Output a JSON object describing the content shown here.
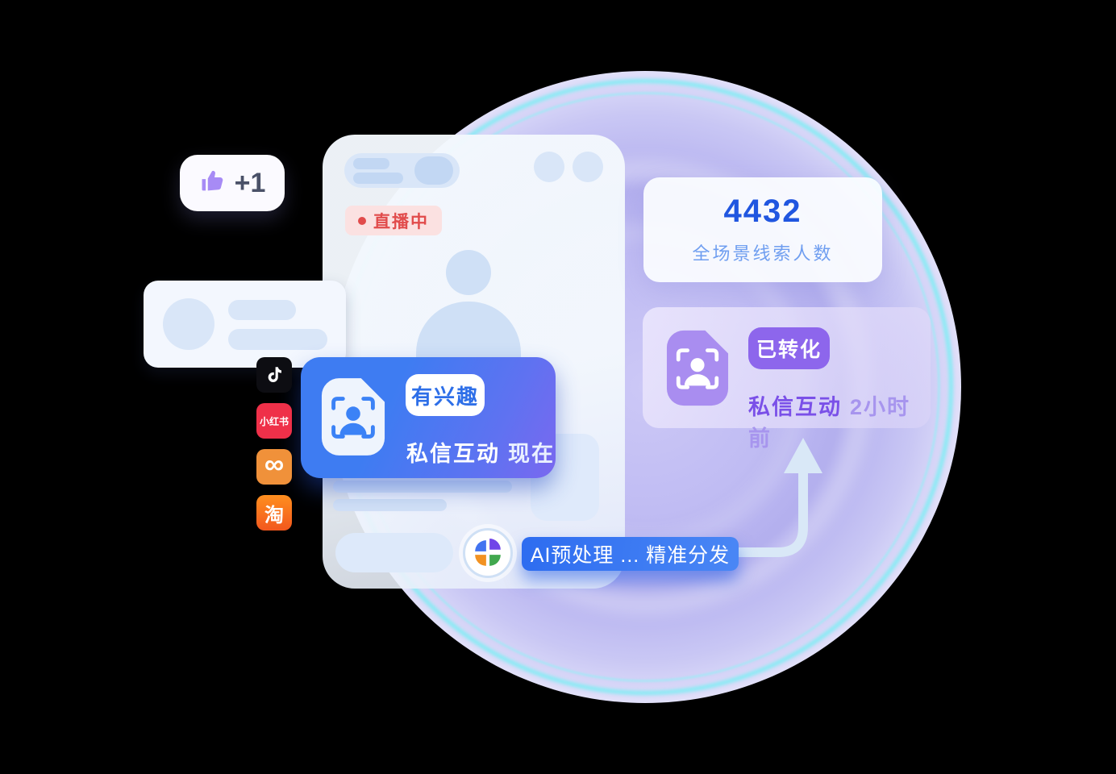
{
  "like_badge": {
    "label": "+1"
  },
  "phone": {
    "live_badge": "直播中"
  },
  "platforms": {
    "xiaohongshu_label": "小红书",
    "infinity_glyph": "∞",
    "taobao_label": "淘"
  },
  "interest_card": {
    "badge": "有兴趣",
    "action": "私信互动",
    "time": "现在"
  },
  "stats_card": {
    "value": "4432",
    "label": "全场景线索人数"
  },
  "converted_card": {
    "badge": "已转化",
    "action": "私信互动",
    "time": "2小时前"
  },
  "ai_badge": {
    "label": "AI预处理 ... 精准分发"
  },
  "colors": {
    "accent_blue": "#2e6fe8",
    "accent_purple": "#8d66ec",
    "live_red": "#e14b4b",
    "glow_cyan": "#74f0f3",
    "glow_lavender": "#b3afee",
    "arrow_light_blue": "#d9e8f7"
  }
}
